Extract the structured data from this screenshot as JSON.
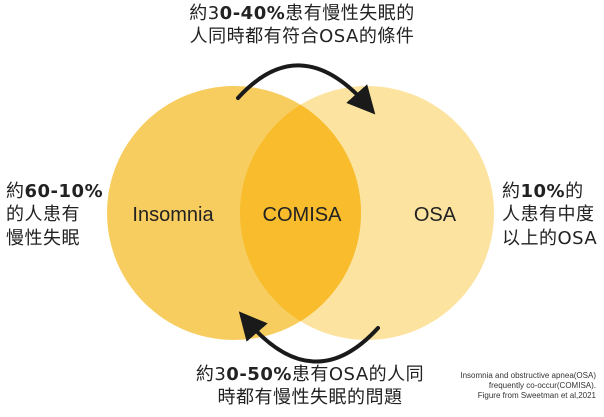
{
  "diagram": {
    "type": "venn",
    "sets": [
      {
        "label": "Insomnia",
        "color": "#F8CD60"
      },
      {
        "label": "OSA",
        "color": "#FCE3A0"
      }
    ],
    "intersection": {
      "label": "COMISA",
      "color": "#F8BC2C"
    }
  },
  "annotations": {
    "top": {
      "line1_pre": "約3",
      "line1_bold": "0-40%",
      "line1_post": "患有慢性失眠的",
      "line2": "人同時都有符合OSA的條件"
    },
    "bottom": {
      "line1_pre": "約3",
      "line1_bold": "0-50%",
      "line1_post": "患有OSA的人同",
      "line2": "時都有慢性失眠的問題"
    },
    "left": {
      "line1_pre": "約",
      "line1_bold": "60-10%",
      "line2": "的人患有",
      "line3": "慢性失眠"
    },
    "right": {
      "line1_pre": "約",
      "line1_bold": "10%",
      "line1_post": "的",
      "line2": "人患有中度",
      "line3": "以上的OSA"
    }
  },
  "citation": {
    "line1": "Insomnia and obstructive apnea(OSA)",
    "line2": "frequently co-occur(COMISA).",
    "line3": "Figure from Sweetman et al,2021"
  },
  "colors": {
    "arrow": "#1A1A1A",
    "text": "#222222"
  }
}
